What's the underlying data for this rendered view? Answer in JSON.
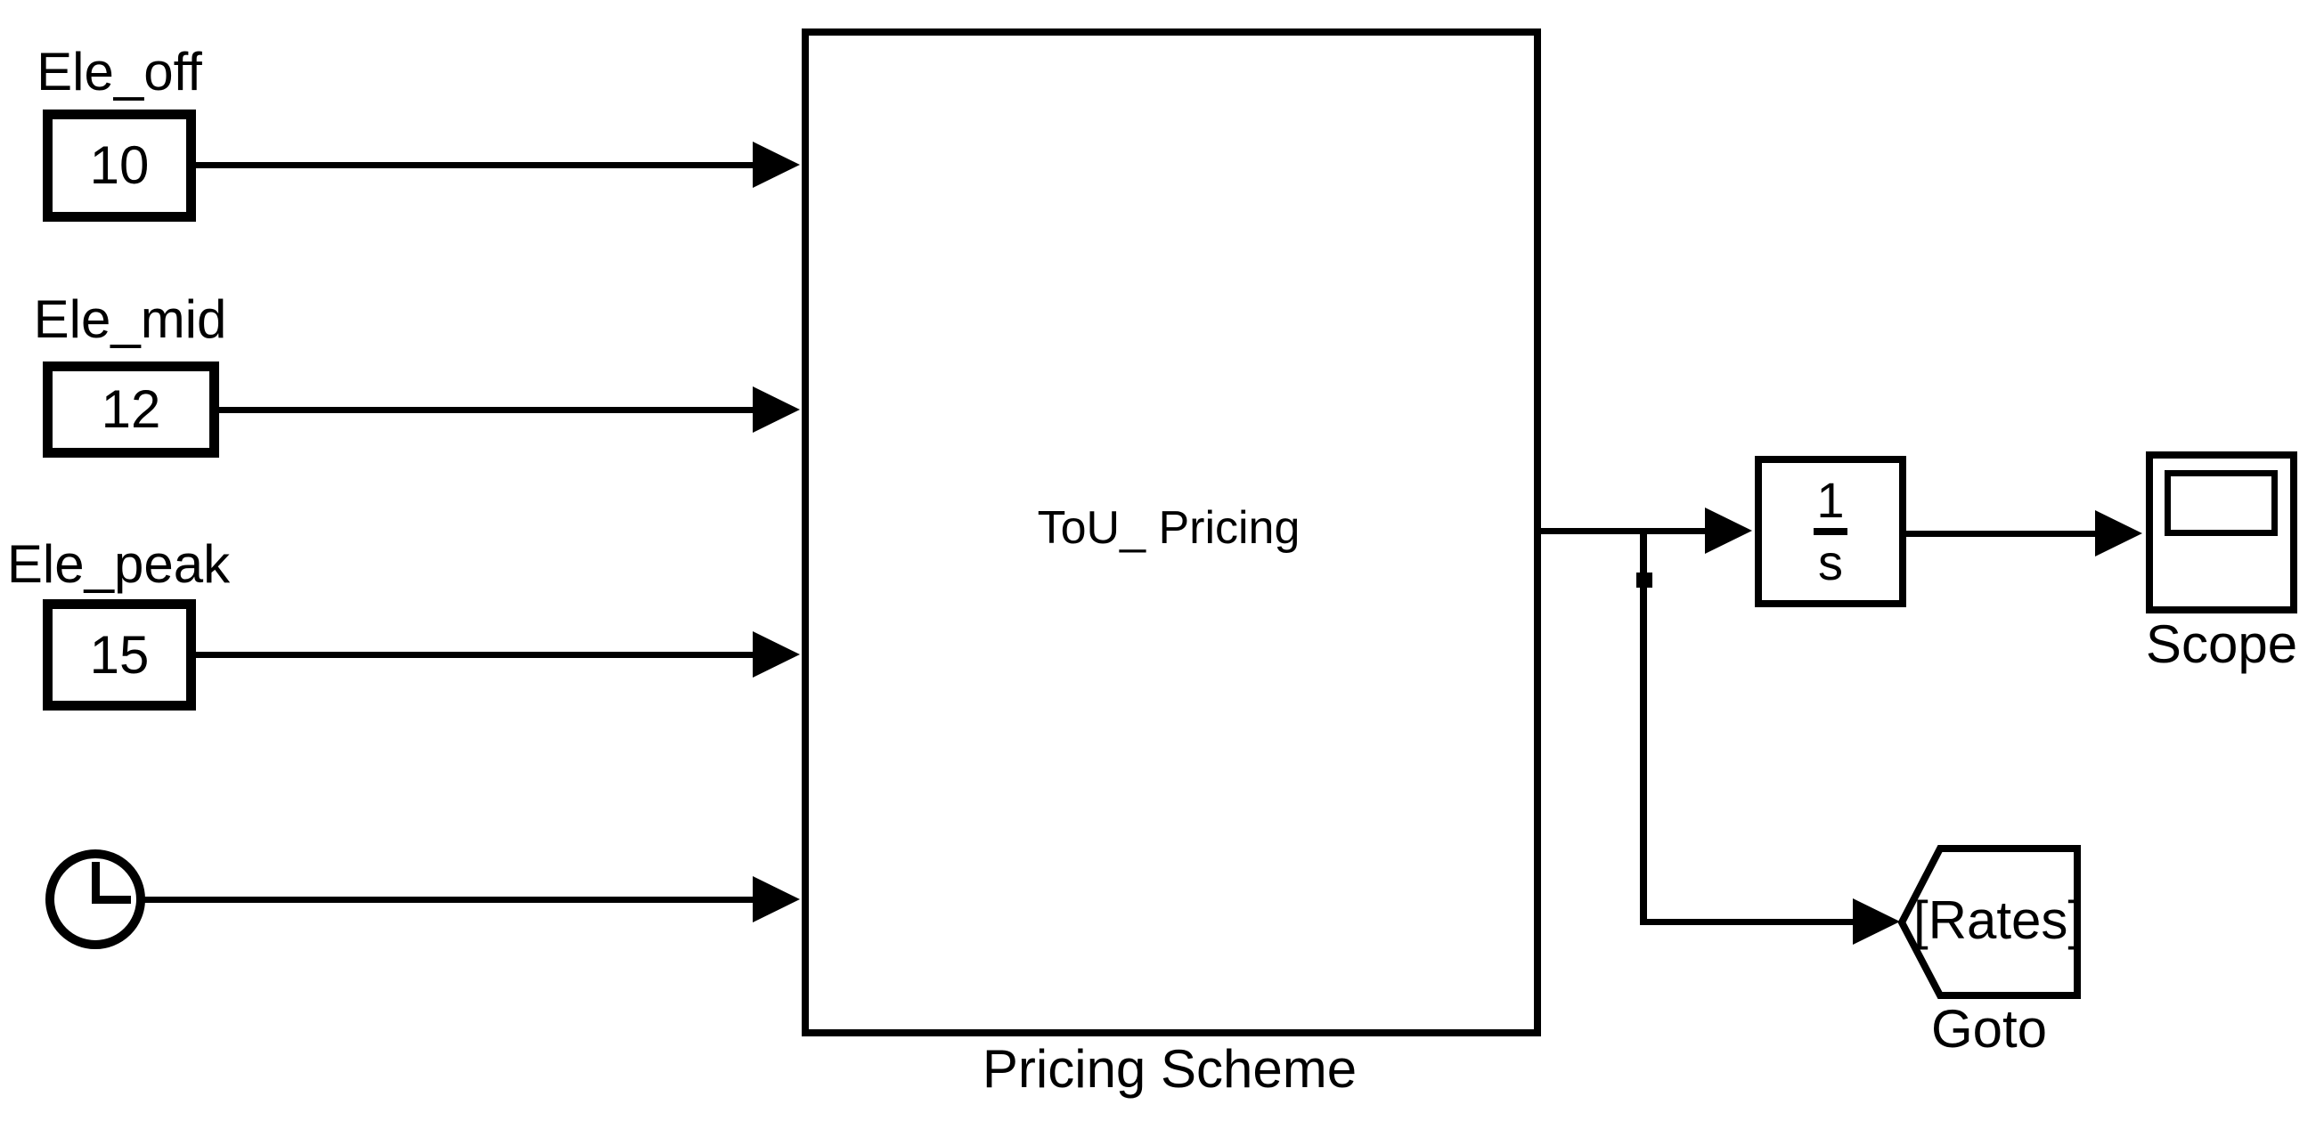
{
  "diagram": {
    "background_color": "#ffffff",
    "line_color": "#000000"
  },
  "blocks": {
    "constant_off": {
      "label": "Ele_off",
      "value": "10"
    },
    "constant_mid": {
      "label": "Ele_mid",
      "value": "12"
    },
    "constant_peak": {
      "label": "Ele_peak",
      "value": "15"
    },
    "clock": {
      "icon": "clock-icon"
    },
    "subsystem": {
      "title": "ToU_ Pricing",
      "label": "Pricing Scheme"
    },
    "integrator": {
      "numerator": "1",
      "denominator": "s"
    },
    "scope": {
      "label": "Scope"
    },
    "goto": {
      "tag": "[Rates]",
      "label": "Goto"
    }
  }
}
